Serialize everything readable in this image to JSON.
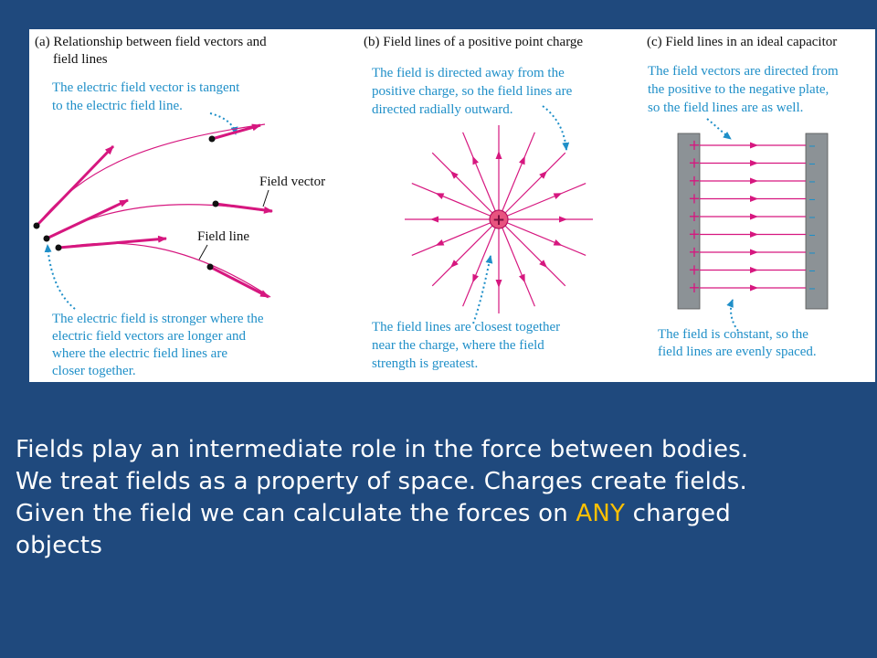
{
  "panels": {
    "a": {
      "title_line1": "(a) Relationship between field vectors and",
      "title_line2": "field lines",
      "note_top_line1": "The electric field vector is tangent",
      "note_top_line2": "to the electric field line.",
      "label_vector": "Field vector",
      "label_line": "Field line",
      "note_bottom_line1": "The electric field is stronger where the",
      "note_bottom_line2": "electric field vectors are longer and",
      "note_bottom_line3": "where the electric field lines are",
      "note_bottom_line4": "closer together."
    },
    "b": {
      "title": "(b) Field lines of a positive point charge",
      "note_top_line1": "The field is directed away from the",
      "note_top_line2": "positive charge, so the field lines are",
      "note_top_line3": "directed radially outward.",
      "charge_symbol": "+",
      "note_bottom_line1": "The field lines are closest together",
      "note_bottom_line2": "near the charge, where the field",
      "note_bottom_line3": "strength is greatest."
    },
    "c": {
      "title": "(c) Field lines in an ideal capacitor",
      "note_top_line1": "The field vectors are directed from",
      "note_top_line2": "the positive to the negative plate,",
      "note_top_line3": "so the field lines are as well.",
      "plus_sign": "+",
      "minus_sign": "–",
      "note_bottom_line1": "The field is constant, so the",
      "note_bottom_line2": "field lines are evenly spaced."
    }
  },
  "text": {
    "line1": "Fields play an intermediate role  in the force between bodies.",
    "line2": "We treat fields as a property of space. Charges create fields.",
    "line3_pre": " Given the field we can calculate the forces on ",
    "line3_highlight": "ANY",
    "line3_post": " charged",
    "line4": "objects"
  },
  "colors": {
    "background": "#1f497d",
    "field": "#d6177f",
    "note": "#1f8fc8",
    "highlight": "#ffc000"
  }
}
